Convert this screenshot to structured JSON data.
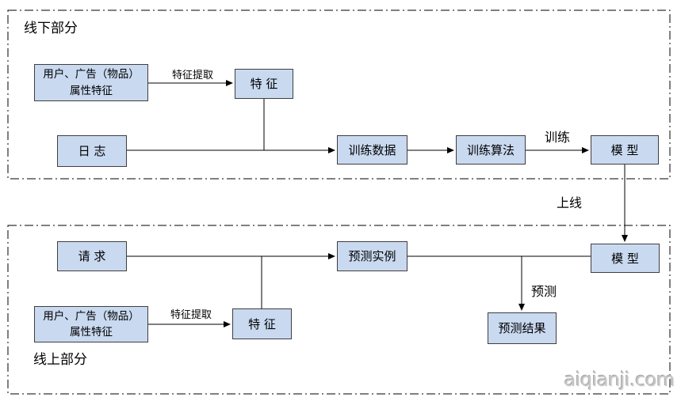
{
  "sections": {
    "offline": {
      "label": "线下部分"
    },
    "online": {
      "label": "线上部分"
    }
  },
  "nodes": {
    "offline_attrs": {
      "line1": "用户、广告（物品）",
      "line2": "属性特征"
    },
    "offline_feature": {
      "label": "特 征"
    },
    "log": {
      "label": "日 志"
    },
    "train_data": {
      "label": "训练数据"
    },
    "train_algo": {
      "label": "训练算法"
    },
    "model_offline": {
      "label": "模 型"
    },
    "request": {
      "label": "请 求"
    },
    "predict_instance": {
      "label": "预测实例"
    },
    "model_online": {
      "label": "模 型"
    },
    "predict_result": {
      "label": "预测结果"
    },
    "online_attrs": {
      "line1": "用户、广告（物品）",
      "line2": "属性特征"
    },
    "online_feature": {
      "label": "特 征"
    }
  },
  "edge_labels": {
    "feature_extract_offline": "特征提取",
    "train": "训练",
    "deploy": "上线",
    "predict": "预测",
    "feature_extract_online": "特征提取"
  },
  "watermark": "aiqianji.com",
  "colors": {
    "node_fill": "#c9d9f0",
    "node_border": "#3f3f3f",
    "line": "#000000"
  }
}
